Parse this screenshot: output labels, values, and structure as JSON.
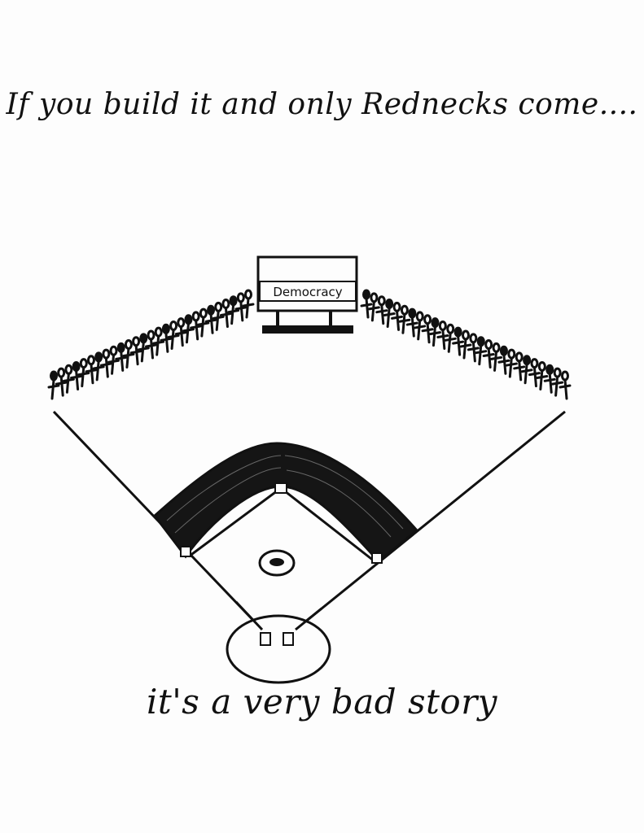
{
  "drawing": {
    "top_caption": "If you build it and only Rednecks come....",
    "bottom_caption": "it's a very bad story",
    "sign_text": "Democracy"
  },
  "colors": {
    "ink": "#111111",
    "paper": "#fdfdfd"
  }
}
